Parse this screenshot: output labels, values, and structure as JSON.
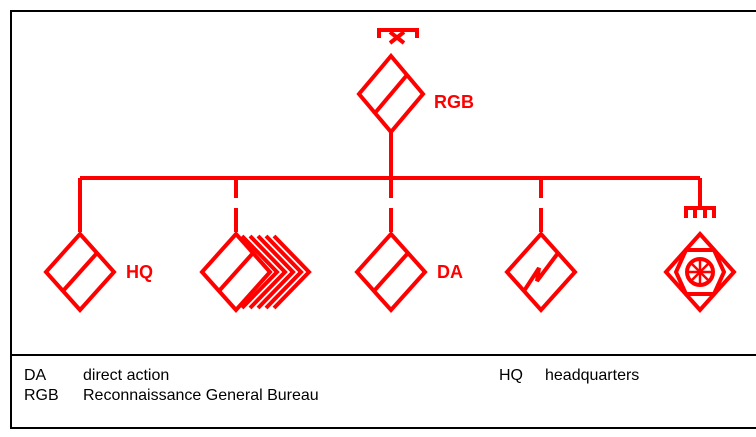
{
  "colors": {
    "symbol": "#ff0000",
    "text": "#000000",
    "background": "#ffffff"
  },
  "diagram": {
    "top_unit": {
      "label": "RGB",
      "echelon_icon": "x-brigade-echelon-icon"
    },
    "subordinates": [
      {
        "label": "HQ"
      },
      {
        "label": ""
      },
      {
        "label": "DA"
      },
      {
        "label": ""
      },
      {
        "label": ""
      }
    ]
  },
  "legend": {
    "items": [
      {
        "abbr": "DA",
        "text": "direct action"
      },
      {
        "abbr": "RGB",
        "text": "Reconnaissance General Bureau"
      },
      {
        "abbr": "HQ",
        "text": "headquarters"
      }
    ]
  }
}
